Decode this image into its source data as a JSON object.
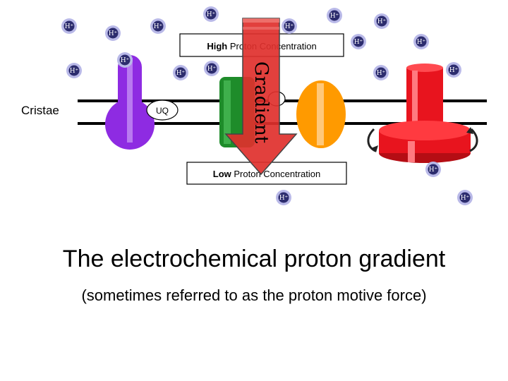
{
  "labels": {
    "cristae": "Cristae",
    "uq": "UQ",
    "high_bold": "High",
    "high_rest": " Proton Concentration",
    "low_bold": "Low",
    "low_rest": " Proton Concentration",
    "gradient": "Gradient"
  },
  "title": "The electrochemical proton gradient",
  "subtitle": "(sometimes referred to as the proton motive force)",
  "ion_label": "H⁺",
  "colors": {
    "membrane": "#000000",
    "ion_fill": "#2c2c6e",
    "ion_halo": "#b9b9e8",
    "complex_purple": "#8e2be2",
    "complex_green": "#1e8c2a",
    "complex_orange": "#ff9a00",
    "atp_synthase": "#e8141e",
    "gradient_arrow": "#e0302c"
  }
}
